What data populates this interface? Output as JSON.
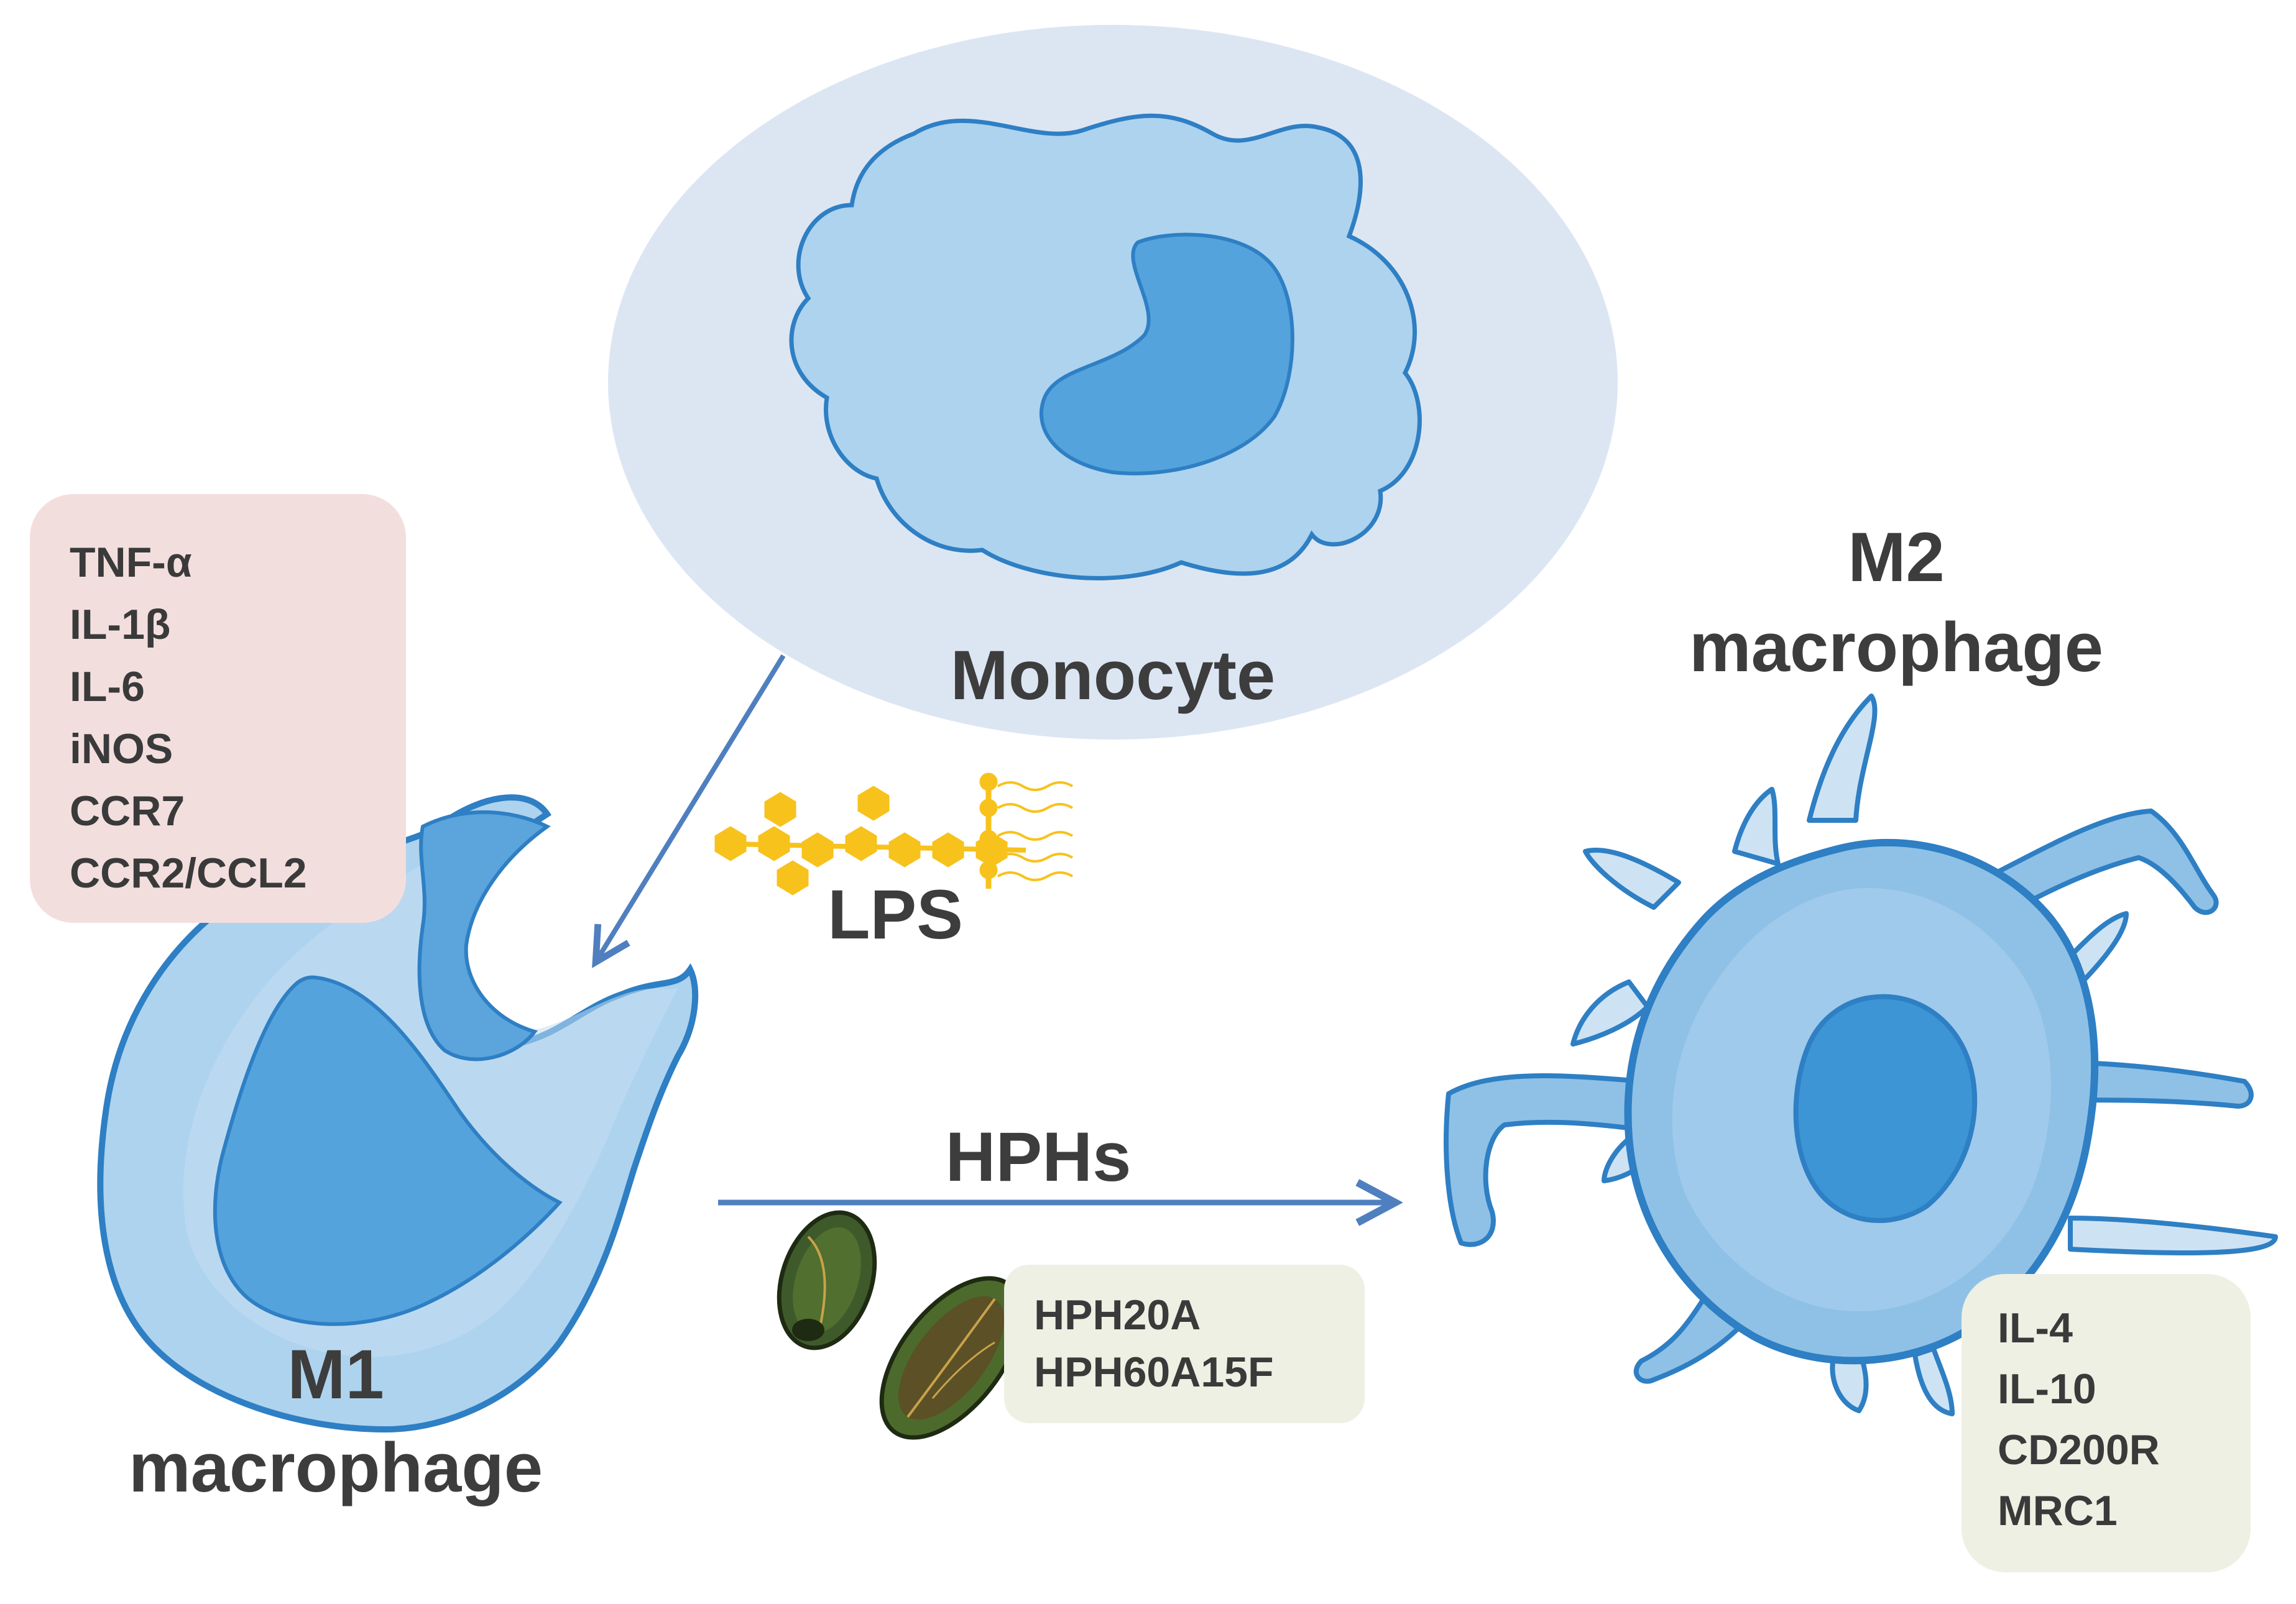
{
  "labels": {
    "monocyte": "Monocyte",
    "lps": "LPS",
    "hphs": "HPHs",
    "m1_line1": "M1",
    "m1_line2": "macrophage",
    "m2_line1": "M2",
    "m2_line2": "macrophage"
  },
  "m1_markers": [
    "TNF-α",
    "IL-1β",
    "IL-6",
    "iNOS",
    "CCR7",
    "CCR2/CCL2"
  ],
  "hph_types": [
    "HPH20A",
    "HPH60A15F"
  ],
  "m2_markers": [
    "IL-4",
    "IL-10",
    "CD200R",
    "MRC1"
  ],
  "colors": {
    "cell_light": "#aed3ee",
    "cell_mid": "#8fc1e6",
    "cell_outline": "#2e7fc4",
    "nucleus": "#55a3dd",
    "arrow": "#4f7fbf",
    "lps": "#f7c21b",
    "m1_box": "#f3dede",
    "green_box": "#eef0e3",
    "monocyte_halo": "#dce6f3"
  }
}
